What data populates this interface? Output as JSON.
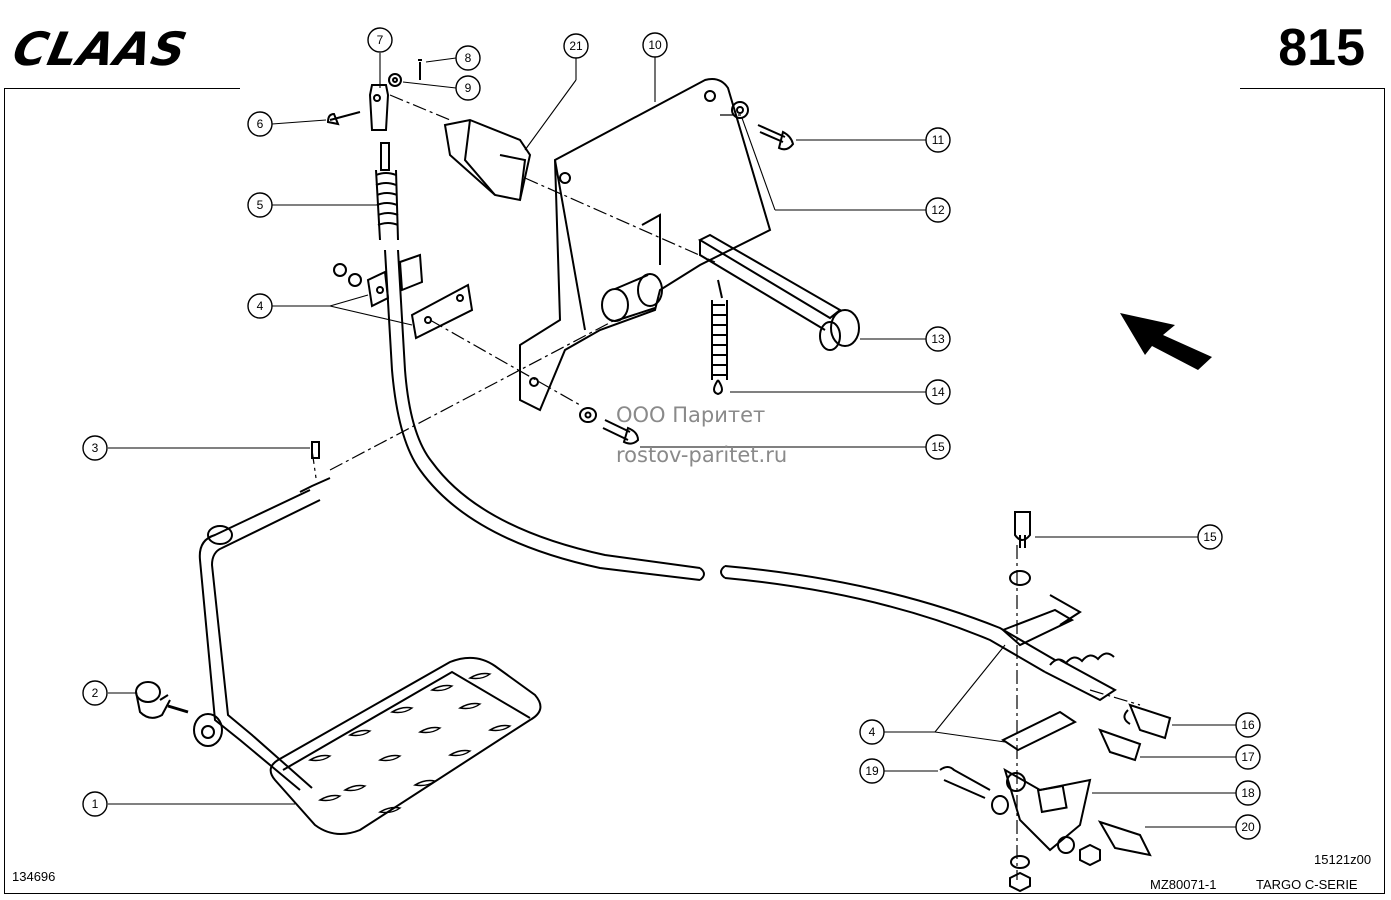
{
  "header": {
    "brand": "CLAAS",
    "page_number": "815"
  },
  "watermark": {
    "line1": "ООО Паритет",
    "line2": "rostov-paritet.ru"
  },
  "footer": {
    "image_ref": "134696",
    "drawing_ref": "MZ80071-1",
    "sheet_code": "15121z00",
    "series": "TARGO C-SERIE"
  },
  "callouts": [
    "1",
    "2",
    "3",
    "4",
    "4",
    "5",
    "6",
    "7",
    "8",
    "9",
    "10",
    "11",
    "12",
    "13",
    "14",
    "15",
    "15",
    "16",
    "17",
    "18",
    "19",
    "20",
    "21"
  ]
}
